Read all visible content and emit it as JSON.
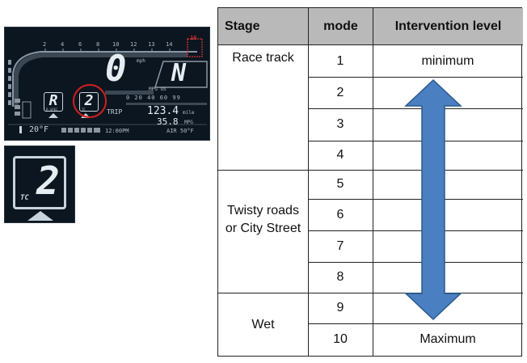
{
  "dash": {
    "rpm_scale": [
      "2",
      "4",
      "6",
      "8",
      "10",
      "12",
      "13",
      "14",
      "16"
    ],
    "speed": "0",
    "speed_unit": "mph",
    "gear": "N",
    "fuel_units": "MPG US",
    "fuel_scale": "0  20  40  60  99",
    "trip_label": "TRIP",
    "trip_value": "123.4",
    "trip_unit": "mile",
    "mpg_value": "35.8",
    "mpg_unit": "MPG",
    "temperature": "20°F",
    "clock": "12:00PM",
    "air_temp": "AIR 50°F",
    "riding_mode": "R",
    "riding_mode_caption": "R-SPEC",
    "tc_level": "2",
    "tc_caption": "TC"
  },
  "tc_zoom": {
    "digit": "2",
    "label": "TC"
  },
  "table": {
    "headers": [
      "Stage",
      "mode",
      "Intervention level"
    ],
    "stages": [
      {
        "label": "Race track"
      },
      {
        "label": "Twisty roads or City Street"
      },
      {
        "label": "Wet"
      }
    ],
    "modes": [
      "1",
      "2",
      "3",
      "4",
      "5",
      "6",
      "7",
      "8",
      "9",
      "10"
    ],
    "level_min": "minimum",
    "level_max": "Maximum",
    "colors": {
      "header_bg": "#b9b9b9",
      "arrow_fill": "#4a7fc1",
      "arrow_stroke": "#2b5a8e"
    }
  }
}
